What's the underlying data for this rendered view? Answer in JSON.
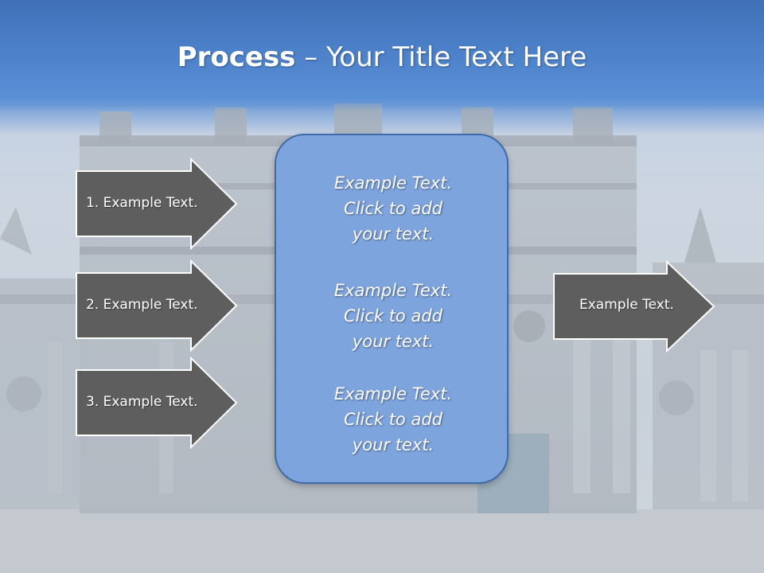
{
  "slide": {
    "title_bold": "Process",
    "title_rest": " – Your Title Text Here"
  },
  "steps": [
    {
      "label": "1. Example Text."
    },
    {
      "label": "2. Example Text."
    },
    {
      "label": "3. Example Text."
    }
  ],
  "center": {
    "paragraphs": [
      {
        "l1": "Example Text.",
        "l2": "Click  to add",
        "l3": "your text."
      },
      {
        "l1": "Example Text.",
        "l2": "Click  to add",
        "l3": "your text."
      },
      {
        "l1": "Example Text.",
        "l2": "Click  to add",
        "l3": "your text."
      }
    ]
  },
  "output": {
    "label": "Example Text."
  },
  "colors": {
    "title_band": "#4a7ec4",
    "arrow_fill": "#5e5e5e",
    "center_fill": "#7ea4dd",
    "center_border": "#3f6aa8"
  }
}
